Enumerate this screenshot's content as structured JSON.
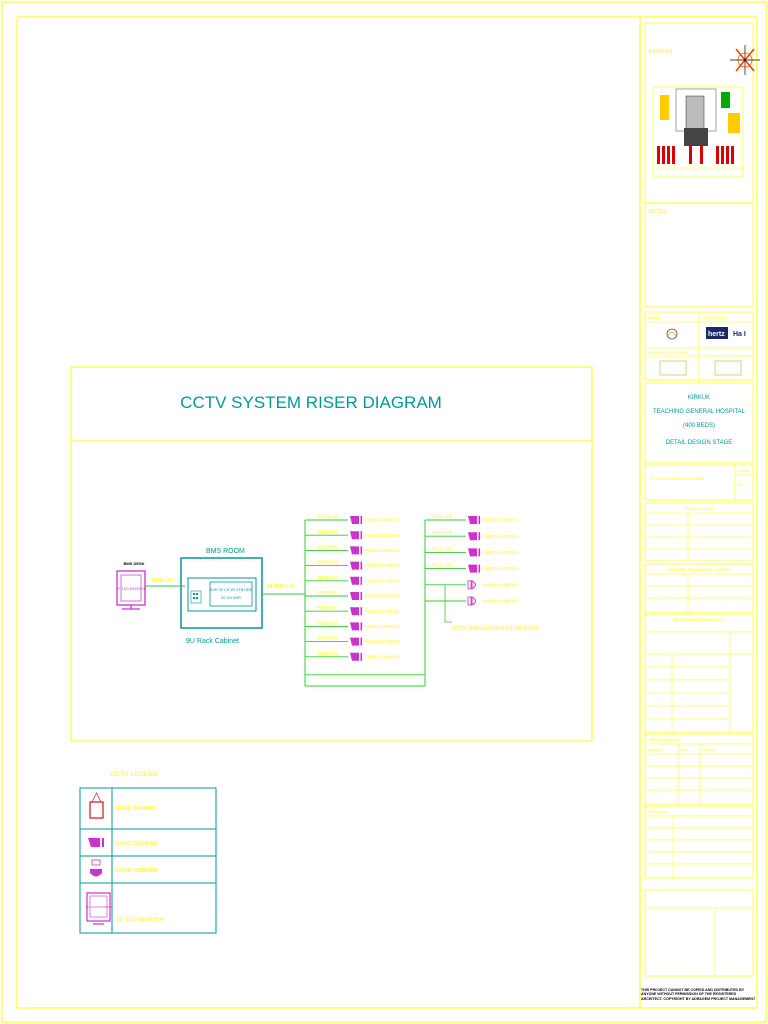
{
  "colors": {
    "border": "#ffff00",
    "diagram": "#009999",
    "frame": "#33cc33",
    "device": "#cc33cc",
    "label": "#ffff00",
    "legend_red": "#cc0000"
  },
  "diagram": {
    "title": "CCTV SYSTEM RISER DIAGRAM",
    "bms_room_label": "BMS ROOM",
    "rack_caption": "9U Rack Cabinet",
    "nvr_text_1": "NVR 32 CH W/ 4TB HDD",
    "nvr_text_2": "32 CH NVR",
    "bms_desk_label": "BMS DESK",
    "monitor_text": "19\" LCD MONITOR",
    "main_cable": "RG6+U/6",
    "trunk_cable": "14 RG6+U/6",
    "left_column": [
      {
        "cable": "RG6+U/6",
        "camera": "FIXED CAMERA"
      },
      {
        "cable": "RG6+U/6",
        "camera": "FIXED CAMERA"
      },
      {
        "cable": "RG6+U/6",
        "camera": "FIXED CAMERA"
      },
      {
        "cable": "RG6+U/6",
        "camera": "FIXED CAMERA"
      },
      {
        "cable": "RG6+U/6",
        "camera": "FIXED CAMERA"
      },
      {
        "cable": "RG6+U/6",
        "camera": "FIXED CAMERA"
      },
      {
        "cable": "RG6+U/6",
        "camera": "FIXED CAMERA"
      },
      {
        "cable": "RG6+U/6",
        "camera": "FIXED CAMERA"
      },
      {
        "cable": "RG6+U/6",
        "camera": "FIXED CAMERA"
      },
      {
        "cable": "RG6+U/6",
        "camera": "FIXED CAMERA"
      }
    ],
    "right_column": [
      {
        "cable": "RG6+U/6",
        "camera": "FIXED CAMERA",
        "type": "fixed"
      },
      {
        "cable": "RG6+U/6",
        "camera": "FIXED CAMERA",
        "type": "fixed"
      },
      {
        "cable": "RG6+U/6",
        "camera": "FIXED CAMERA",
        "type": "fixed"
      },
      {
        "cable": "RG6+U/6",
        "camera": "FIXED CAMERA",
        "type": "fixed"
      },
      {
        "cable": "",
        "camera": "DOME CAMERA",
        "type": "dome"
      },
      {
        "cable": "",
        "camera": "DOME CAMERA",
        "type": "dome"
      }
    ],
    "bottom_note": "CCTV RG6+U/6+3x1.5 LUM (PCM)"
  },
  "legend": {
    "title": "CCTV LEGEND",
    "items": [
      {
        "icon": "rack",
        "label": "RACK CABINET"
      },
      {
        "icon": "fixed",
        "label": "FIXED CAMERA"
      },
      {
        "icon": "dome",
        "label": "DOME CAMERA"
      },
      {
        "icon": "monitor",
        "label": "19\" LCD MONITOR"
      }
    ]
  },
  "title_block": {
    "keyplan_label": "KEYPLAN",
    "notes_label": "NOTES",
    "owner_label": "OWNER",
    "contractor_label": "CONTRACTOR",
    "architectural_label": "ARCHITECTURAL DESIGN",
    "project_lines": [
      "KIRKUK",
      "TEACHING GENERAL HOSPITAL",
      "(400 BEDS)",
      "DETAIL DESIGN STAGE"
    ],
    "drawing_title": "CCTV SYSTEM RISER DIAGRAM",
    "scale_label": "SCALE",
    "scale_value": "NTS",
    "technical_data_label": "TECHNICAL DATA",
    "transmission_label": "DOCUMENT TRANSMISSION / SIGN OFF",
    "designer_label": "DESIGNED AND CONTRACTED BY",
    "revision_label": "REVISION DETAILS",
    "approvals_label": "APPROVALS",
    "rev_headers": [
      "REVISION",
      "DATE",
      "STATUS"
    ],
    "copyright": "THIS PROJECT CANNOT BE COPIED AND DISTRIBUTED BY ANYONE WITHOUT PERMISSION OF THE REGISTERED ARCHITECT. COPYRIGHT BY ADRAGEM PROJECT MANAGEMENT"
  }
}
